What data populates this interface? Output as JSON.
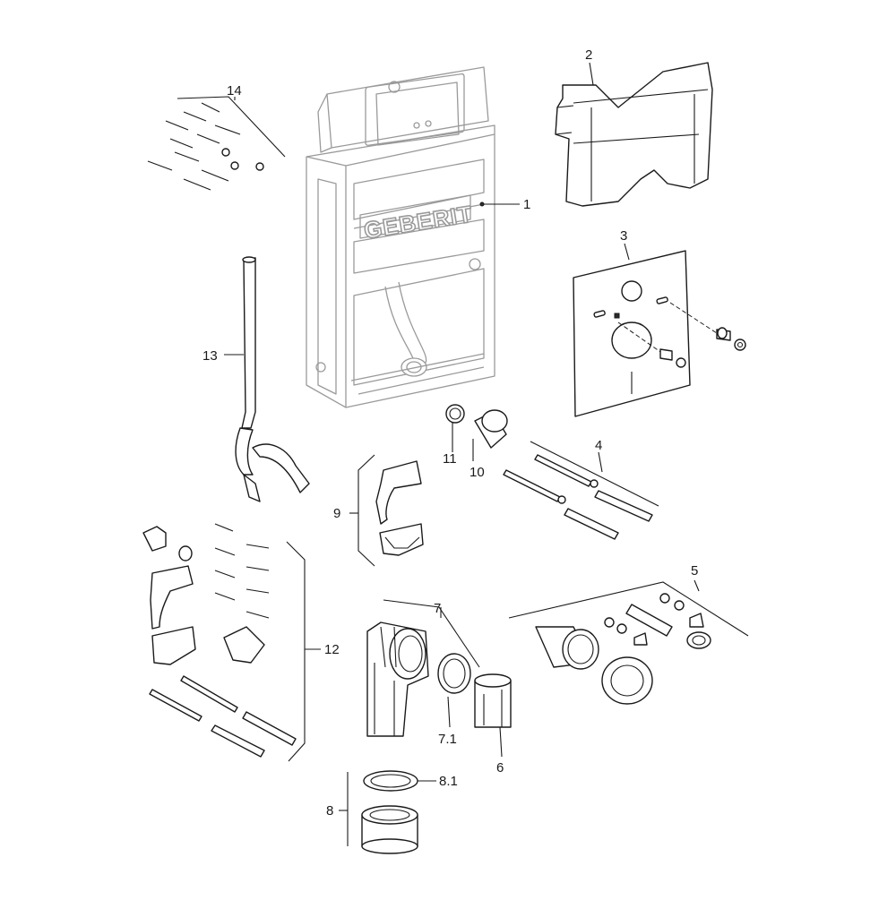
{
  "diagram": {
    "brand_logo": "GEBERIT",
    "callouts": {
      "p1": "1",
      "p2": "2",
      "p3": "3",
      "p4": "4",
      "p5": "5",
      "p6": "6",
      "p7": "7",
      "p7_1": "7.1",
      "p8": "8",
      "p8_1": "8.1",
      "p9": "9",
      "p10": "10",
      "p11": "11",
      "p12": "12",
      "p13": "13",
      "p14": "14"
    }
  }
}
